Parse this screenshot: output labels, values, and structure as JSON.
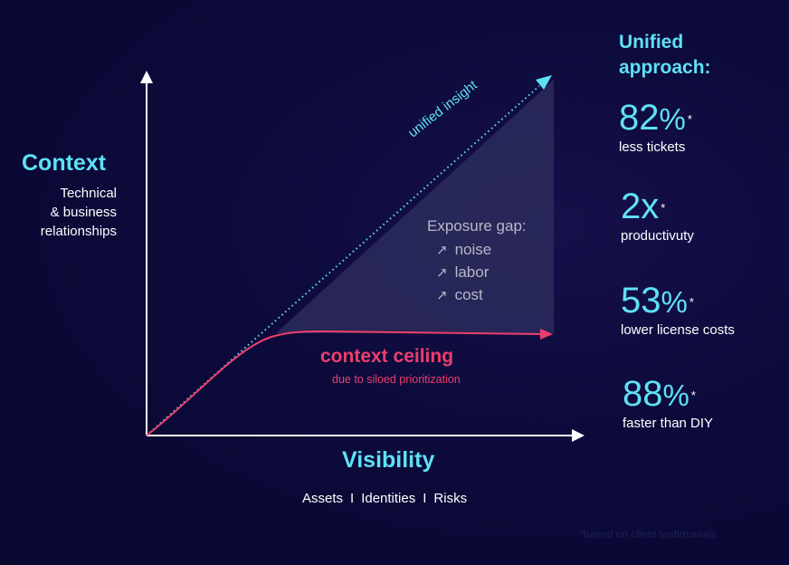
{
  "y_axis": {
    "title": "Context",
    "subtitle_lines": [
      "Technical",
      "& business",
      "relationships"
    ]
  },
  "x_axis": {
    "title": "Visibility",
    "items": [
      "Assets",
      "Identities",
      "Risks"
    ],
    "separator": "I"
  },
  "unified_line": {
    "label": "unified insight"
  },
  "exposure_gap": {
    "title": "Exposure gap:",
    "items": [
      "noise",
      "labor",
      "cost"
    ],
    "arrow_glyph": "↗"
  },
  "ceiling": {
    "title": "context ceiling",
    "subtitle": "due to siloed prioritization"
  },
  "sidebar": {
    "title_lines": [
      "Unified",
      "approach:"
    ],
    "stats": [
      {
        "number": "82",
        "unit": "%",
        "mark": "*",
        "desc": "less tickets"
      },
      {
        "number": "2x",
        "unit": "",
        "mark": "*",
        "desc": "productivuty"
      },
      {
        "number": "53",
        "unit": "%",
        "mark": "*",
        "desc": "lower license costs"
      },
      {
        "number": "88",
        "unit": "%",
        "mark": "*",
        "desc": "faster than DIY"
      }
    ]
  },
  "footnote": "*based on client testimonials",
  "colors": {
    "accent": "#5ee1f5",
    "ceiling": "#ec3f6b",
    "gap_fill": "#2b2b5c",
    "axis": "#ffffff",
    "background": "#0c0a3a"
  }
}
